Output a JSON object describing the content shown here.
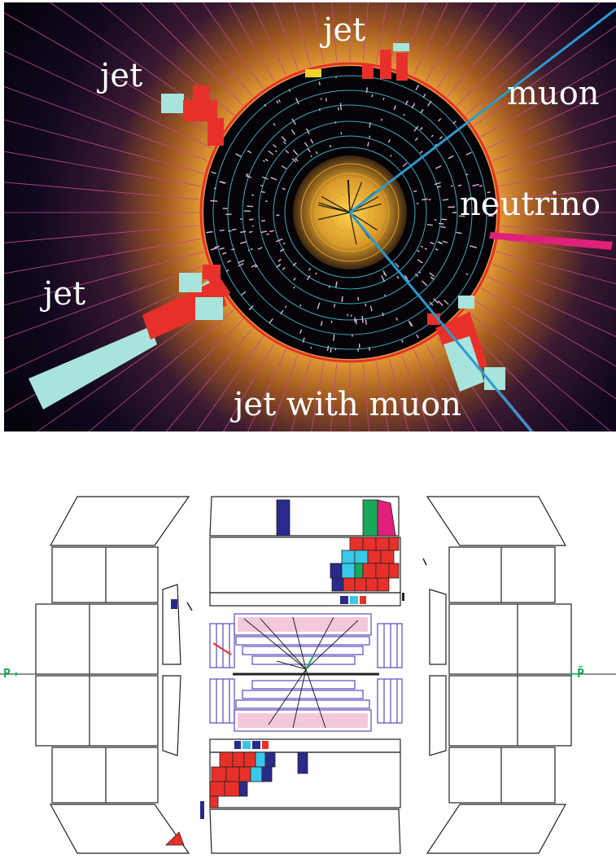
{
  "event_display": {
    "labels": {
      "jet_top": "jet",
      "jet_left": "jet",
      "muon": "muon",
      "neutrino": "neutrino",
      "jet_lower_left": "jet",
      "jet_with_muon": "jet with muon"
    }
  },
  "side_view": {
    "beam_left": "P→",
    "beam_right": "←P̄"
  },
  "colors": {
    "background_dark": "#0a0614",
    "glow": "#f0b040",
    "energy_red": "#e8302a",
    "energy_cyan": "#a8e4dc",
    "track_blue": "#2a9ad0",
    "neutrino_magenta": "#e0207a",
    "detector_outline": "#5a4ac0",
    "beam_label_green": "#19a85a"
  }
}
